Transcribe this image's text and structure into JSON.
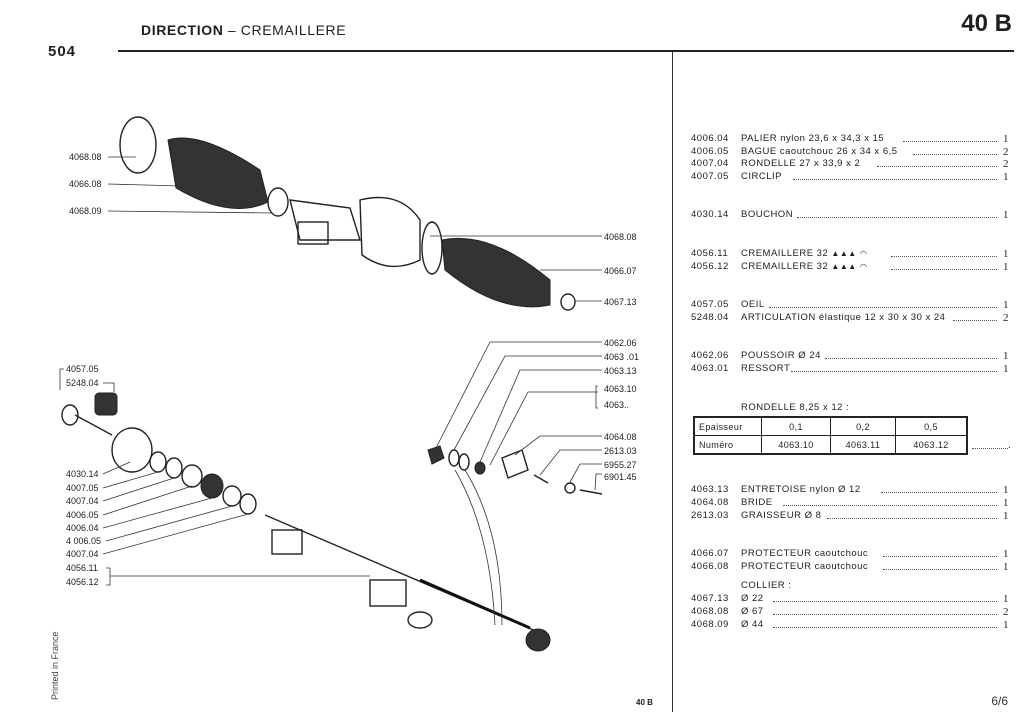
{
  "header": {
    "title_bold": "DIRECTION",
    "title_sep": "–",
    "title_rest": "CREMAILLERE",
    "page_code": "40 B",
    "logo": "504"
  },
  "footer": {
    "printed": "Printed in France",
    "bottom_code": "40 B",
    "page_num": "6/6"
  },
  "diagram": {
    "callouts_left": [
      "4068.08",
      "4066.08",
      "4068.09",
      "4057.05",
      "5248.04",
      "4030.14",
      "4007.05",
      "4007.04",
      "4006.05",
      "4006.04",
      "4 006.05",
      "4007.04",
      "4056.11",
      "4056.12"
    ],
    "callouts_right": [
      "4068.08",
      "4066.07",
      "4067.13",
      "4062.06",
      "4063 .01",
      "4063.13",
      "4063.10",
      "4063..",
      "4064.08",
      "2613.03",
      "6955.27",
      "6901.45"
    ]
  },
  "parts": [
    {
      "ref": "4006.04",
      "desc": "PALIER nylon 23,6 x 34,3 x 15",
      "qty": "1"
    },
    {
      "ref": "4006.05",
      "desc": "BAGUE caoutchouc 26 x 34 x 6,5",
      "qty": "2"
    },
    {
      "ref": "4007.04",
      "desc": "RONDELLE 27 x 33,9 x 2",
      "qty": "2"
    },
    {
      "ref": "4007.05",
      "desc": "CIRCLIP",
      "qty": "1"
    },
    {
      "ref": "4030.14",
      "desc": "BOUCHON",
      "qty": "1"
    },
    {
      "ref": "4056.11",
      "desc": "CREMAILLERE 32",
      "qty": "1"
    },
    {
      "ref": "4056.12",
      "desc": "CREMAILLERE 32",
      "qty": "1"
    },
    {
      "ref": "4057.05",
      "desc": "OEIL",
      "qty": "1"
    },
    {
      "ref": "5248.04",
      "desc": "ARTICULATION élastique 12 x 30 x 30 x 24",
      "qty": "2"
    },
    {
      "ref": "4062.06",
      "desc": "POUSSOIR Ø 24",
      "qty": "1"
    },
    {
      "ref": "4063.01",
      "desc": "RESSORT",
      "qty": "1"
    },
    {
      "ref": "4063.13",
      "desc": "ENTRETOISE nylon Ø 12",
      "qty": "1"
    },
    {
      "ref": "4064.08",
      "desc": "BRIDE",
      "qty": "1"
    },
    {
      "ref": "2613.03",
      "desc": "GRAISSEUR Ø 8",
      "qty": "1"
    },
    {
      "ref": "4066.07",
      "desc": "PROTECTEUR caoutchouc",
      "qty": "1"
    },
    {
      "ref": "4066.08",
      "desc": "PROTECTEUR caoutchouc",
      "qty": "1"
    },
    {
      "ref": "4067.13",
      "desc": "Ø 22",
      "qty": "1"
    },
    {
      "ref": "4068.08",
      "desc": "Ø 67",
      "qty": "2"
    },
    {
      "ref": "4068.09",
      "desc": "Ø 44",
      "qty": "1"
    }
  ],
  "rondelle": {
    "heading": "RONDELLE 8,25 x 12 :",
    "row1": [
      "Epaisseur",
      "0,1",
      "0,2",
      "0,5"
    ],
    "row2": [
      "Numéro",
      "4063.10",
      "4063.11",
      "4063.12"
    ],
    "row_dot": "."
  },
  "collier_heading": "COLLIER :"
}
